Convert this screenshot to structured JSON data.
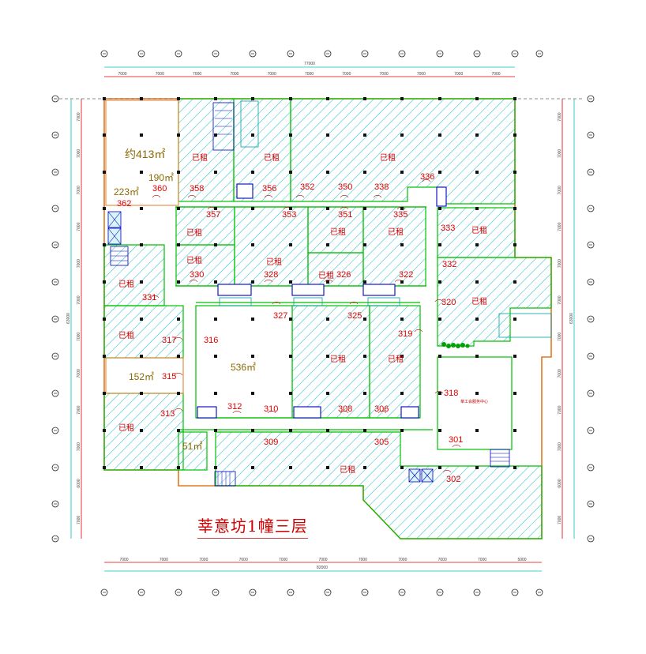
{
  "title": "莘意坊1幢三层",
  "dimensions": {
    "top_total": "77000",
    "bottom_total": "82000",
    "side_total": "63000",
    "span": "7000",
    "span_short": "6000",
    "span_end": "5000"
  },
  "status_rented": "已租",
  "service_center": "莘工会服务中心",
  "areas": {
    "a413": "约413㎡",
    "a190": "190㎡",
    "a223": "223㎡",
    "a536": "536㎡",
    "a152": "152㎡",
    "a51": "51㎡"
  },
  "rooms": [
    "360",
    "358",
    "356",
    "352",
    "350",
    "338",
    "336",
    "362",
    "357",
    "353",
    "351",
    "335",
    "333",
    "330",
    "328",
    "326",
    "322",
    "332",
    "331",
    "327",
    "325",
    "320",
    "317",
    "316",
    "319",
    "315",
    "318",
    "313",
    "312",
    "310",
    "308",
    "306",
    "309",
    "305",
    "301",
    "302"
  ],
  "colors": {
    "wall_green": "#00c000",
    "hatch_cyan": "#00b8c8",
    "room_red": "#e00000",
    "door_blue": "#0000c0",
    "outline_orange": "#e07820"
  }
}
